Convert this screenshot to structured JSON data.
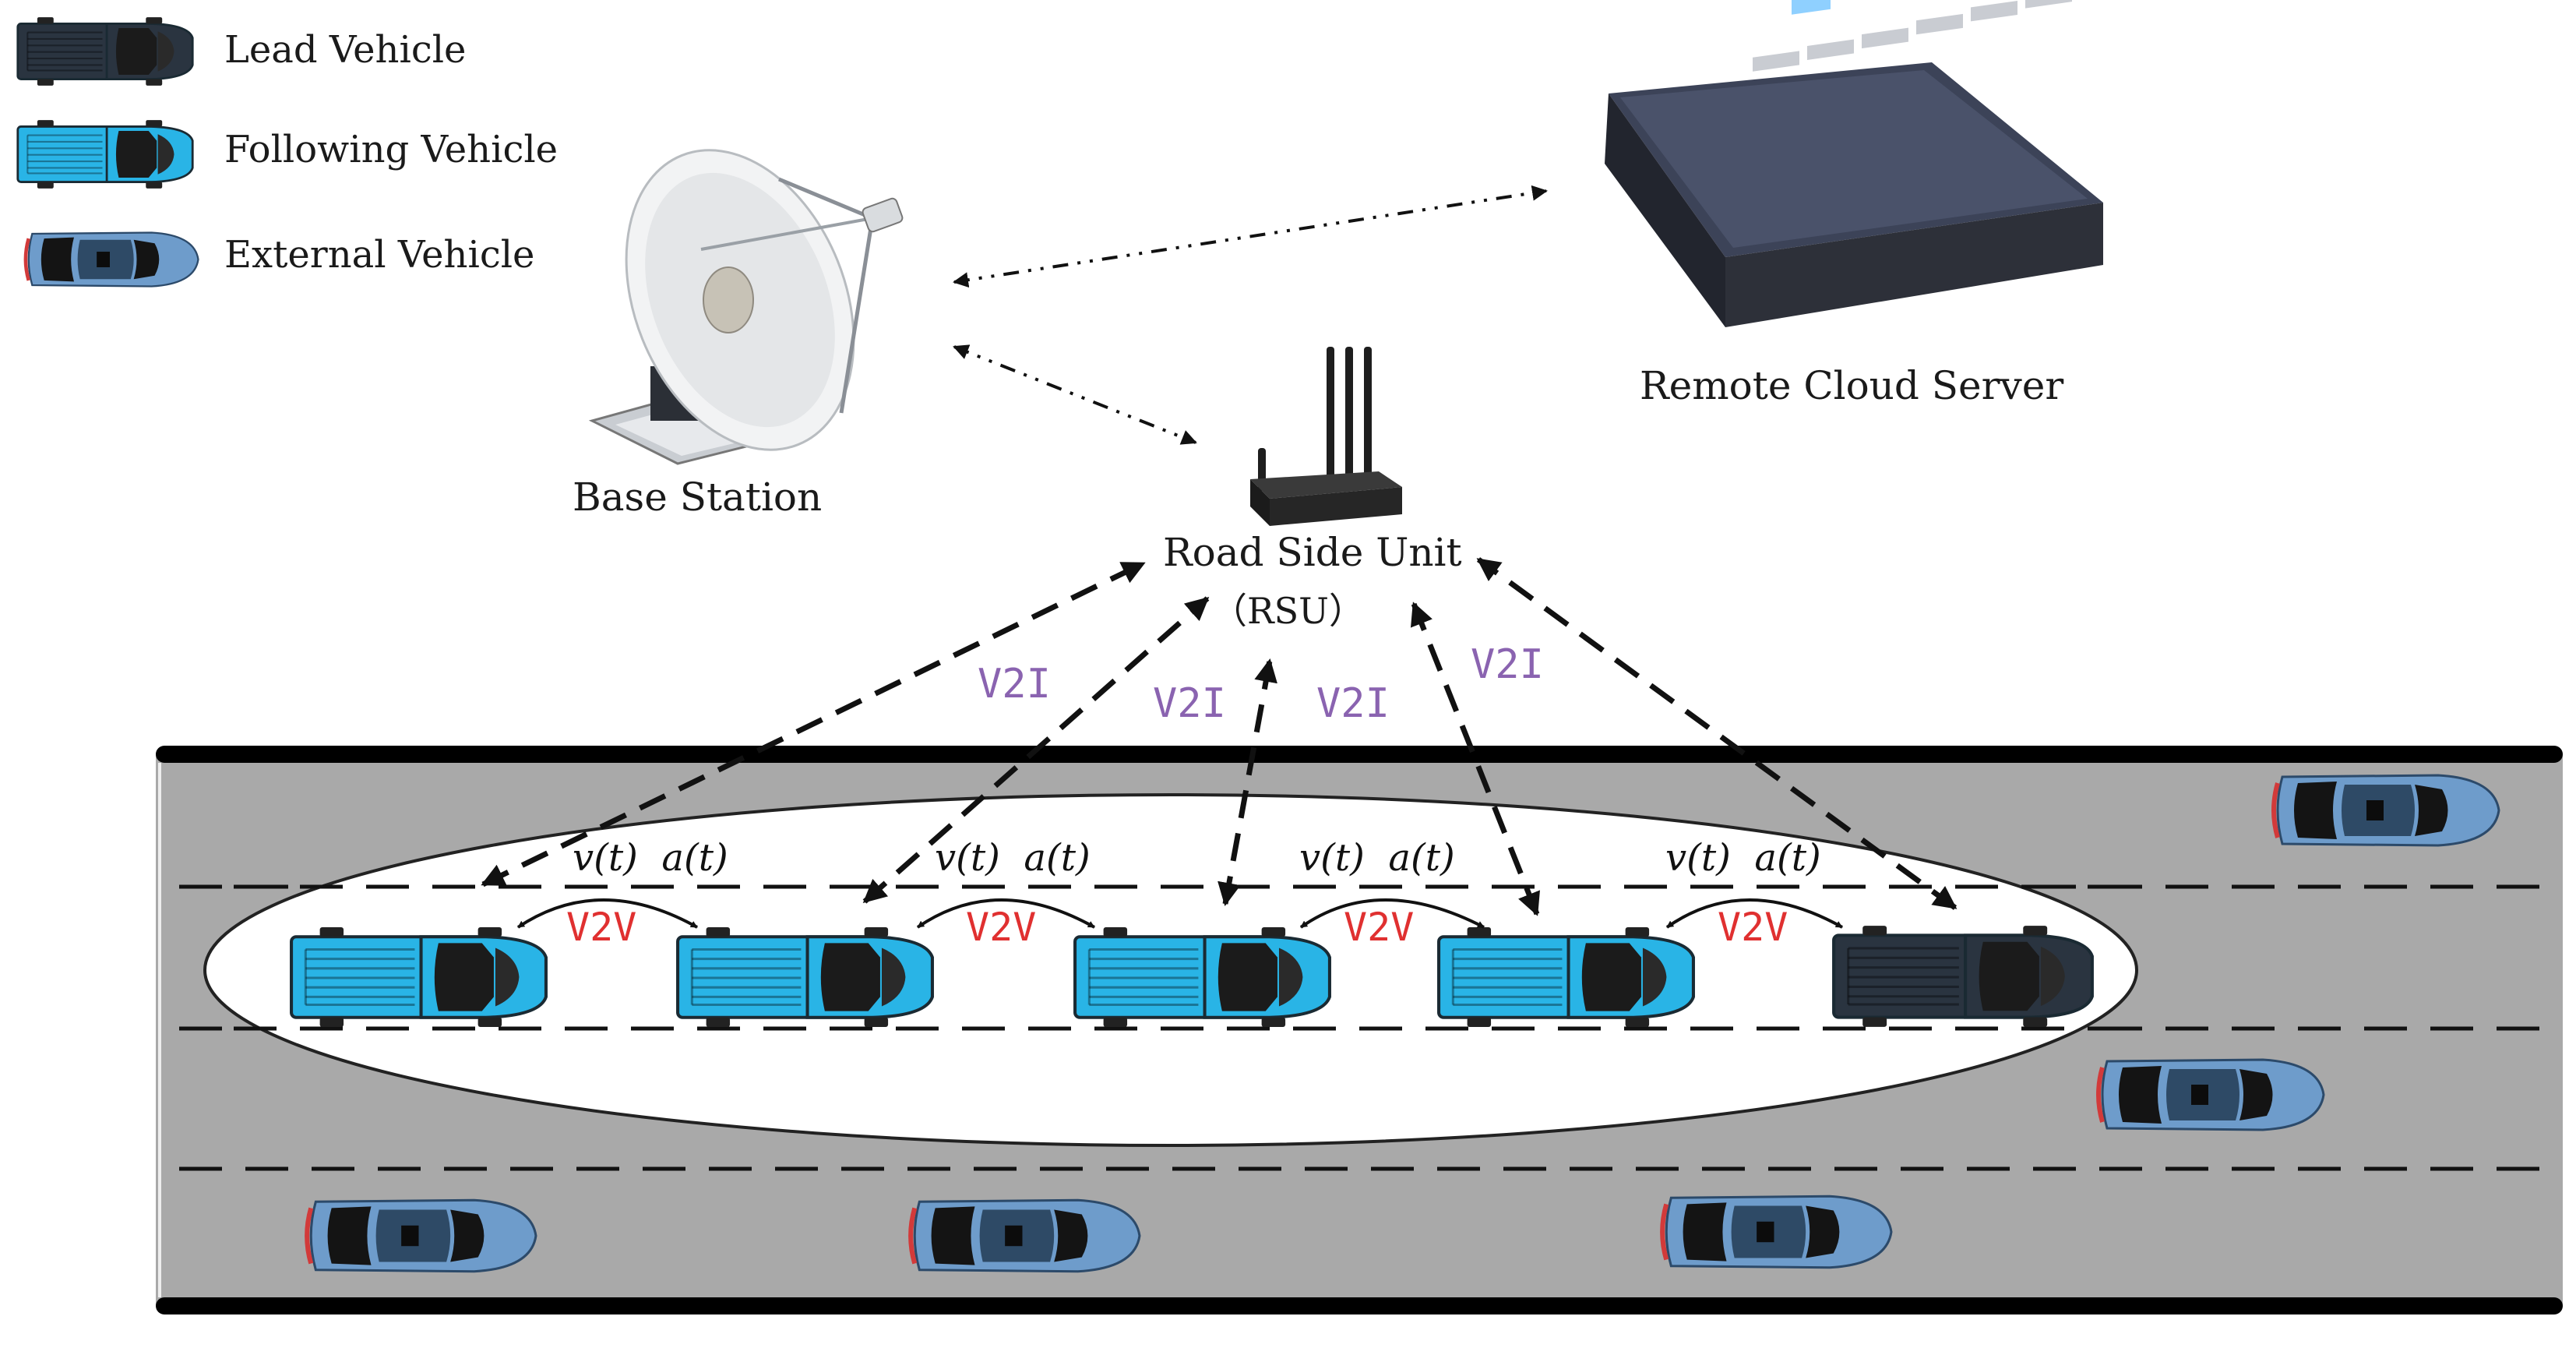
{
  "legend": [
    {
      "label": "Lead Vehicle"
    },
    {
      "label": "Following Vehicle"
    },
    {
      "label": "External Vehicle"
    }
  ],
  "labels": {
    "base_station": "Base Station",
    "cloud_server": "Remote Cloud Server",
    "rsu_line1": "Road Side Unit",
    "rsu_line2": "（RSU）"
  },
  "links": {
    "v2i": "V2I",
    "v2v": "V2V",
    "signal": "v(t)  a(t)"
  },
  "colors": {
    "lead_vehicle": "#2a3440",
    "following_vehicle": "#29b4e6",
    "external_vehicle": "#5b8fc0",
    "road": "#a9a9a9",
    "v2i_text": "#8a63b0",
    "v2v_text": "#e03030"
  },
  "icons": {
    "base_station": "satellite-dish-icon",
    "cloud_server": "rack-server-icon",
    "rsu": "wireless-router-icon"
  }
}
